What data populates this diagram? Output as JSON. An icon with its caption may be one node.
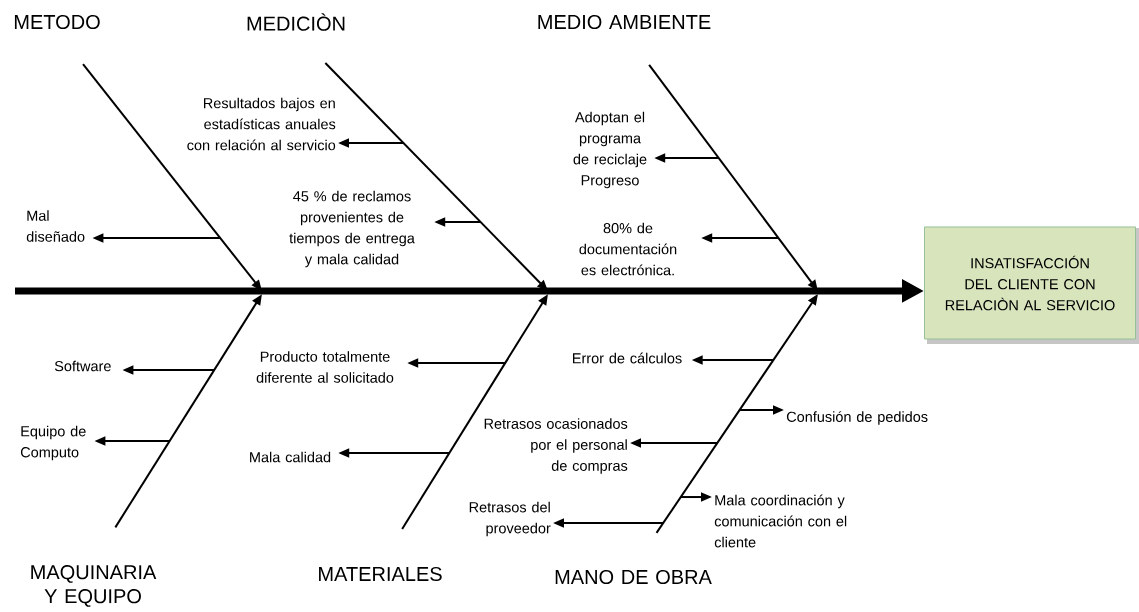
{
  "diagram": {
    "nodes": [
      {
        "text": [
          "METODO"
        ]
      },
      {
        "text": [
          "MEDICIÒN"
        ]
      },
      {
        "text": [
          "MEDIO AMBIENTE"
        ]
      },
      {
        "text": [
          "Resultados bajos en estadísticas anuales con relación al servicio"
        ]
      },
      {
        "text": [
          "Adoptan el programa de reciclaje Progreso"
        ]
      },
      {
        "text": [
          "Mal diseñado"
        ]
      },
      {
        "text": [
          "45 % de reclamos provenientes de tiempos de entrega y mala calidad"
        ]
      },
      {
        "text": [
          "80% de documentación es electrónica."
        ]
      },
      {
        "text": [
          "INSATISFACCIÓN DEL CLIENTE CON RELACIÒN AL SERVICIO"
        ]
      },
      {
        "text": [
          "Software"
        ]
      },
      {
        "text": [
          "Producto totalmente diferente al solicitado"
        ]
      },
      {
        "text": [
          "Error de cálculos"
        ]
      },
      {
        "text": [
          "Confusión de pedidos"
        ]
      },
      {
        "text": [
          "Equipo de Computo"
        ]
      },
      {
        "text": [
          "Retrasos ocasionados por el personal de compras"
        ]
      },
      {
        "text": [
          "Mala calidad"
        ]
      },
      {
        "text": [
          "Mala coordinación y comunicación con el cliente"
        ]
      },
      {
        "text": [
          "Retrasos del proveedor"
        ]
      },
      {
        "text": [
          "MAQUINARIA Y EQUIPO"
        ]
      },
      {
        "text": [
          "MATERIALES"
        ]
      },
      {
        "text": [
          "MANO DE OBRA"
        ]
      }
    ],
    "edges": [
      {
        "from": null,
        "to": 8,
        "arrow": "to",
        "style": "thick"
      },
      {
        "from": 0,
        "to": null,
        "arrow": "to"
      },
      {
        "from": 1,
        "to": null,
        "arrow": "to"
      },
      {
        "from": 2,
        "to": null,
        "arrow": "to"
      },
      {
        "from": 18,
        "to": null,
        "arrow": "to"
      },
      {
        "from": 19,
        "to": null,
        "arrow": "to"
      },
      {
        "from": 20,
        "to": null,
        "arrow": "to"
      },
      {
        "from": null,
        "to": 3,
        "arrow": "to"
      },
      {
        "from": null,
        "to": 4,
        "arrow": "to"
      },
      {
        "from": null,
        "to": 5,
        "arrow": "to"
      },
      {
        "from": null,
        "to": 6,
        "arrow": "to"
      },
      {
        "from": null,
        "to": 7,
        "arrow": "to"
      },
      {
        "from": null,
        "to": 9,
        "arrow": "to"
      },
      {
        "from": null,
        "to": 10,
        "arrow": "to"
      },
      {
        "from": null,
        "to": 11,
        "arrow": "to"
      },
      {
        "from": null,
        "to": 12,
        "arrow": "to"
      },
      {
        "from": null,
        "to": 13,
        "arrow": "to"
      },
      {
        "from": null,
        "to": 14,
        "arrow": "to"
      },
      {
        "from": null,
        "to": 15,
        "arrow": "to"
      },
      {
        "from": null,
        "to": 16,
        "arrow": "to"
      },
      {
        "from": null,
        "to": 17,
        "arrow": "to"
      }
    ]
  }
}
